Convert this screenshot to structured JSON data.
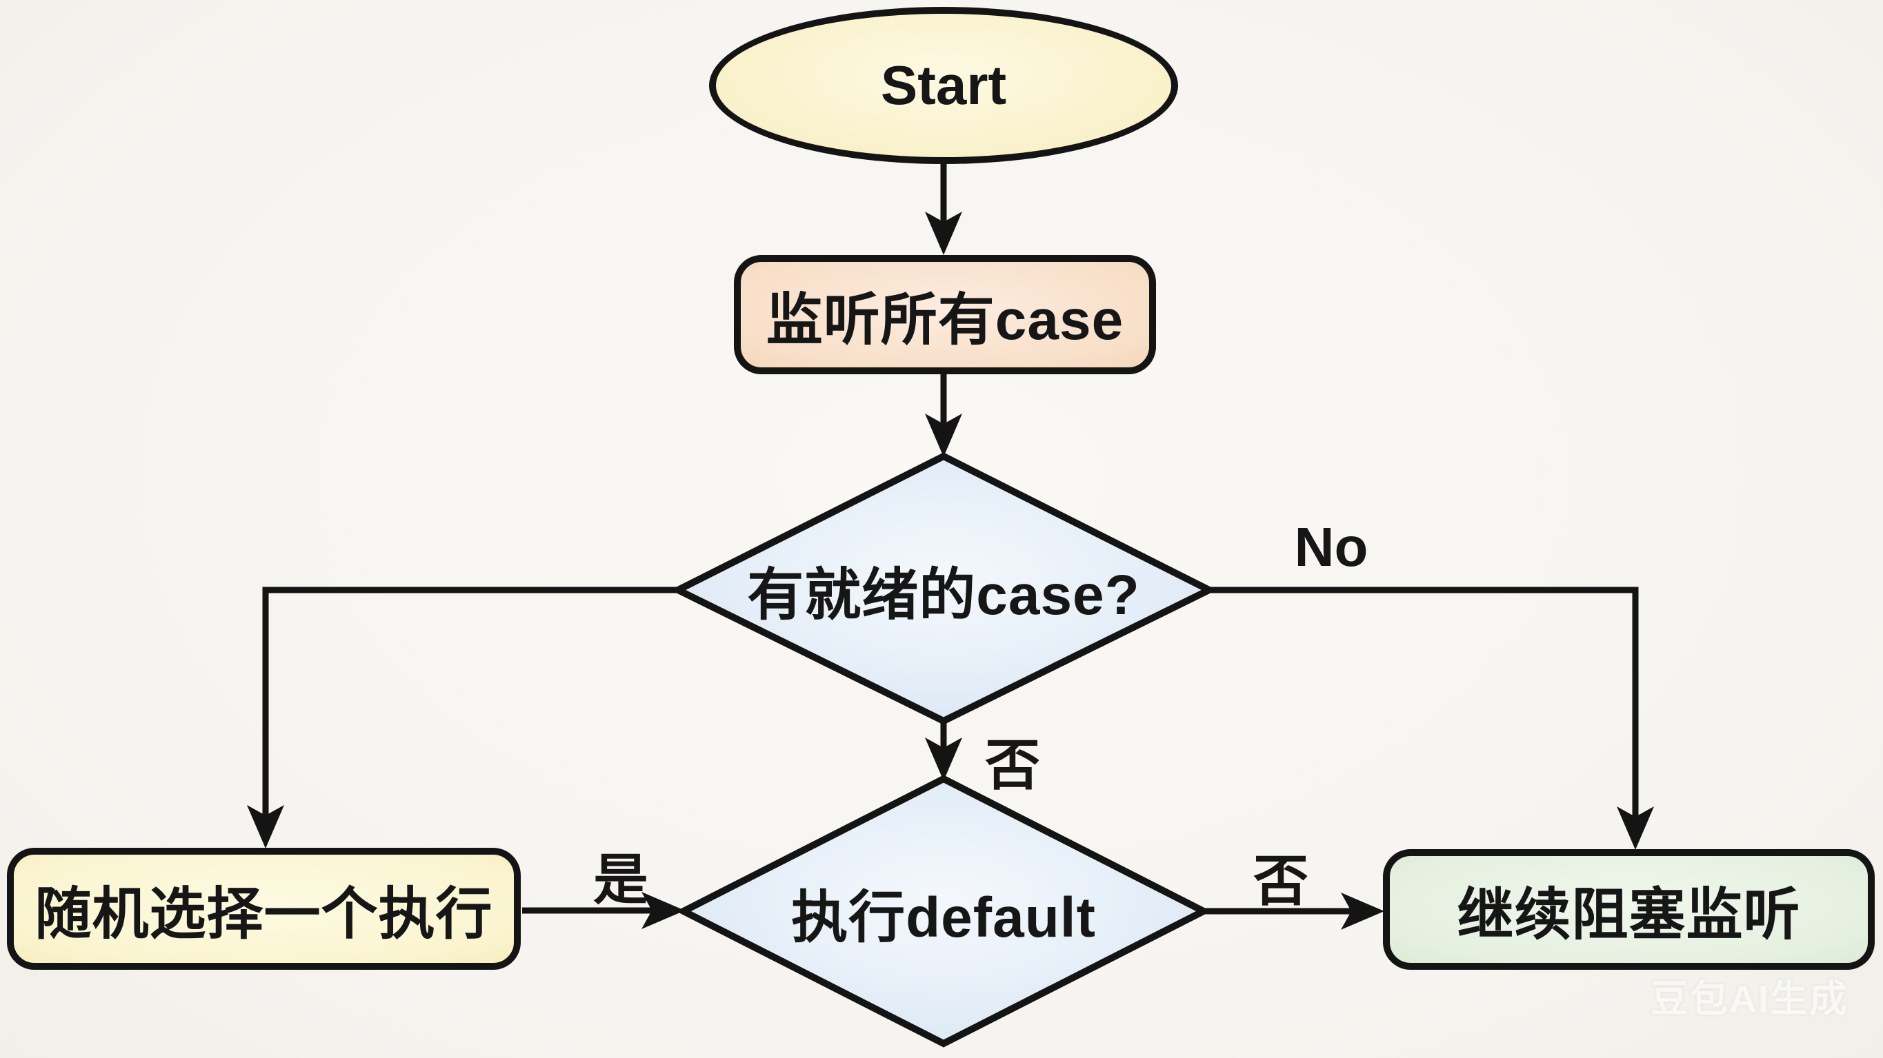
{
  "diagram": {
    "title": "select statement flowchart",
    "palette": {
      "background": "#f6f4f0",
      "stroke": "#141414",
      "start_fill": "#f9f1ca",
      "listen_fill": "#f8dfc8",
      "decision_fill": "#e2ecf6",
      "pick_fill": "#faf4cf",
      "block_fill": "#e5f0e0",
      "watermark_color": "#fafaf7"
    },
    "nodes": {
      "start": {
        "type": "ellipse",
        "label": "Start"
      },
      "listen": {
        "type": "rounded-rect",
        "label": "监听所有case"
      },
      "ready": {
        "type": "diamond",
        "label": "有就绪的case?"
      },
      "pick": {
        "type": "rounded-rect",
        "label": "随机选择一个执行"
      },
      "exec_default": {
        "type": "diamond",
        "label": "执行default"
      },
      "block": {
        "type": "rounded-rect",
        "label": "继续阻塞监听"
      }
    },
    "edges": {
      "start_to_listen": {
        "from": "start",
        "to": "listen",
        "label": ""
      },
      "listen_to_ready": {
        "from": "listen",
        "to": "ready",
        "label": ""
      },
      "ready_to_pick": {
        "from": "ready",
        "to": "pick",
        "label": ""
      },
      "ready_to_block": {
        "from": "ready",
        "to": "block",
        "label": "No"
      },
      "ready_to_default": {
        "from": "ready",
        "to": "exec_default",
        "label": "否"
      },
      "pick_to_default": {
        "from": "pick",
        "to": "exec_default",
        "label": "是"
      },
      "default_to_block": {
        "from": "exec_default",
        "to": "block",
        "label": "否"
      }
    },
    "watermark": {
      "text": "豆包AI生成"
    }
  }
}
